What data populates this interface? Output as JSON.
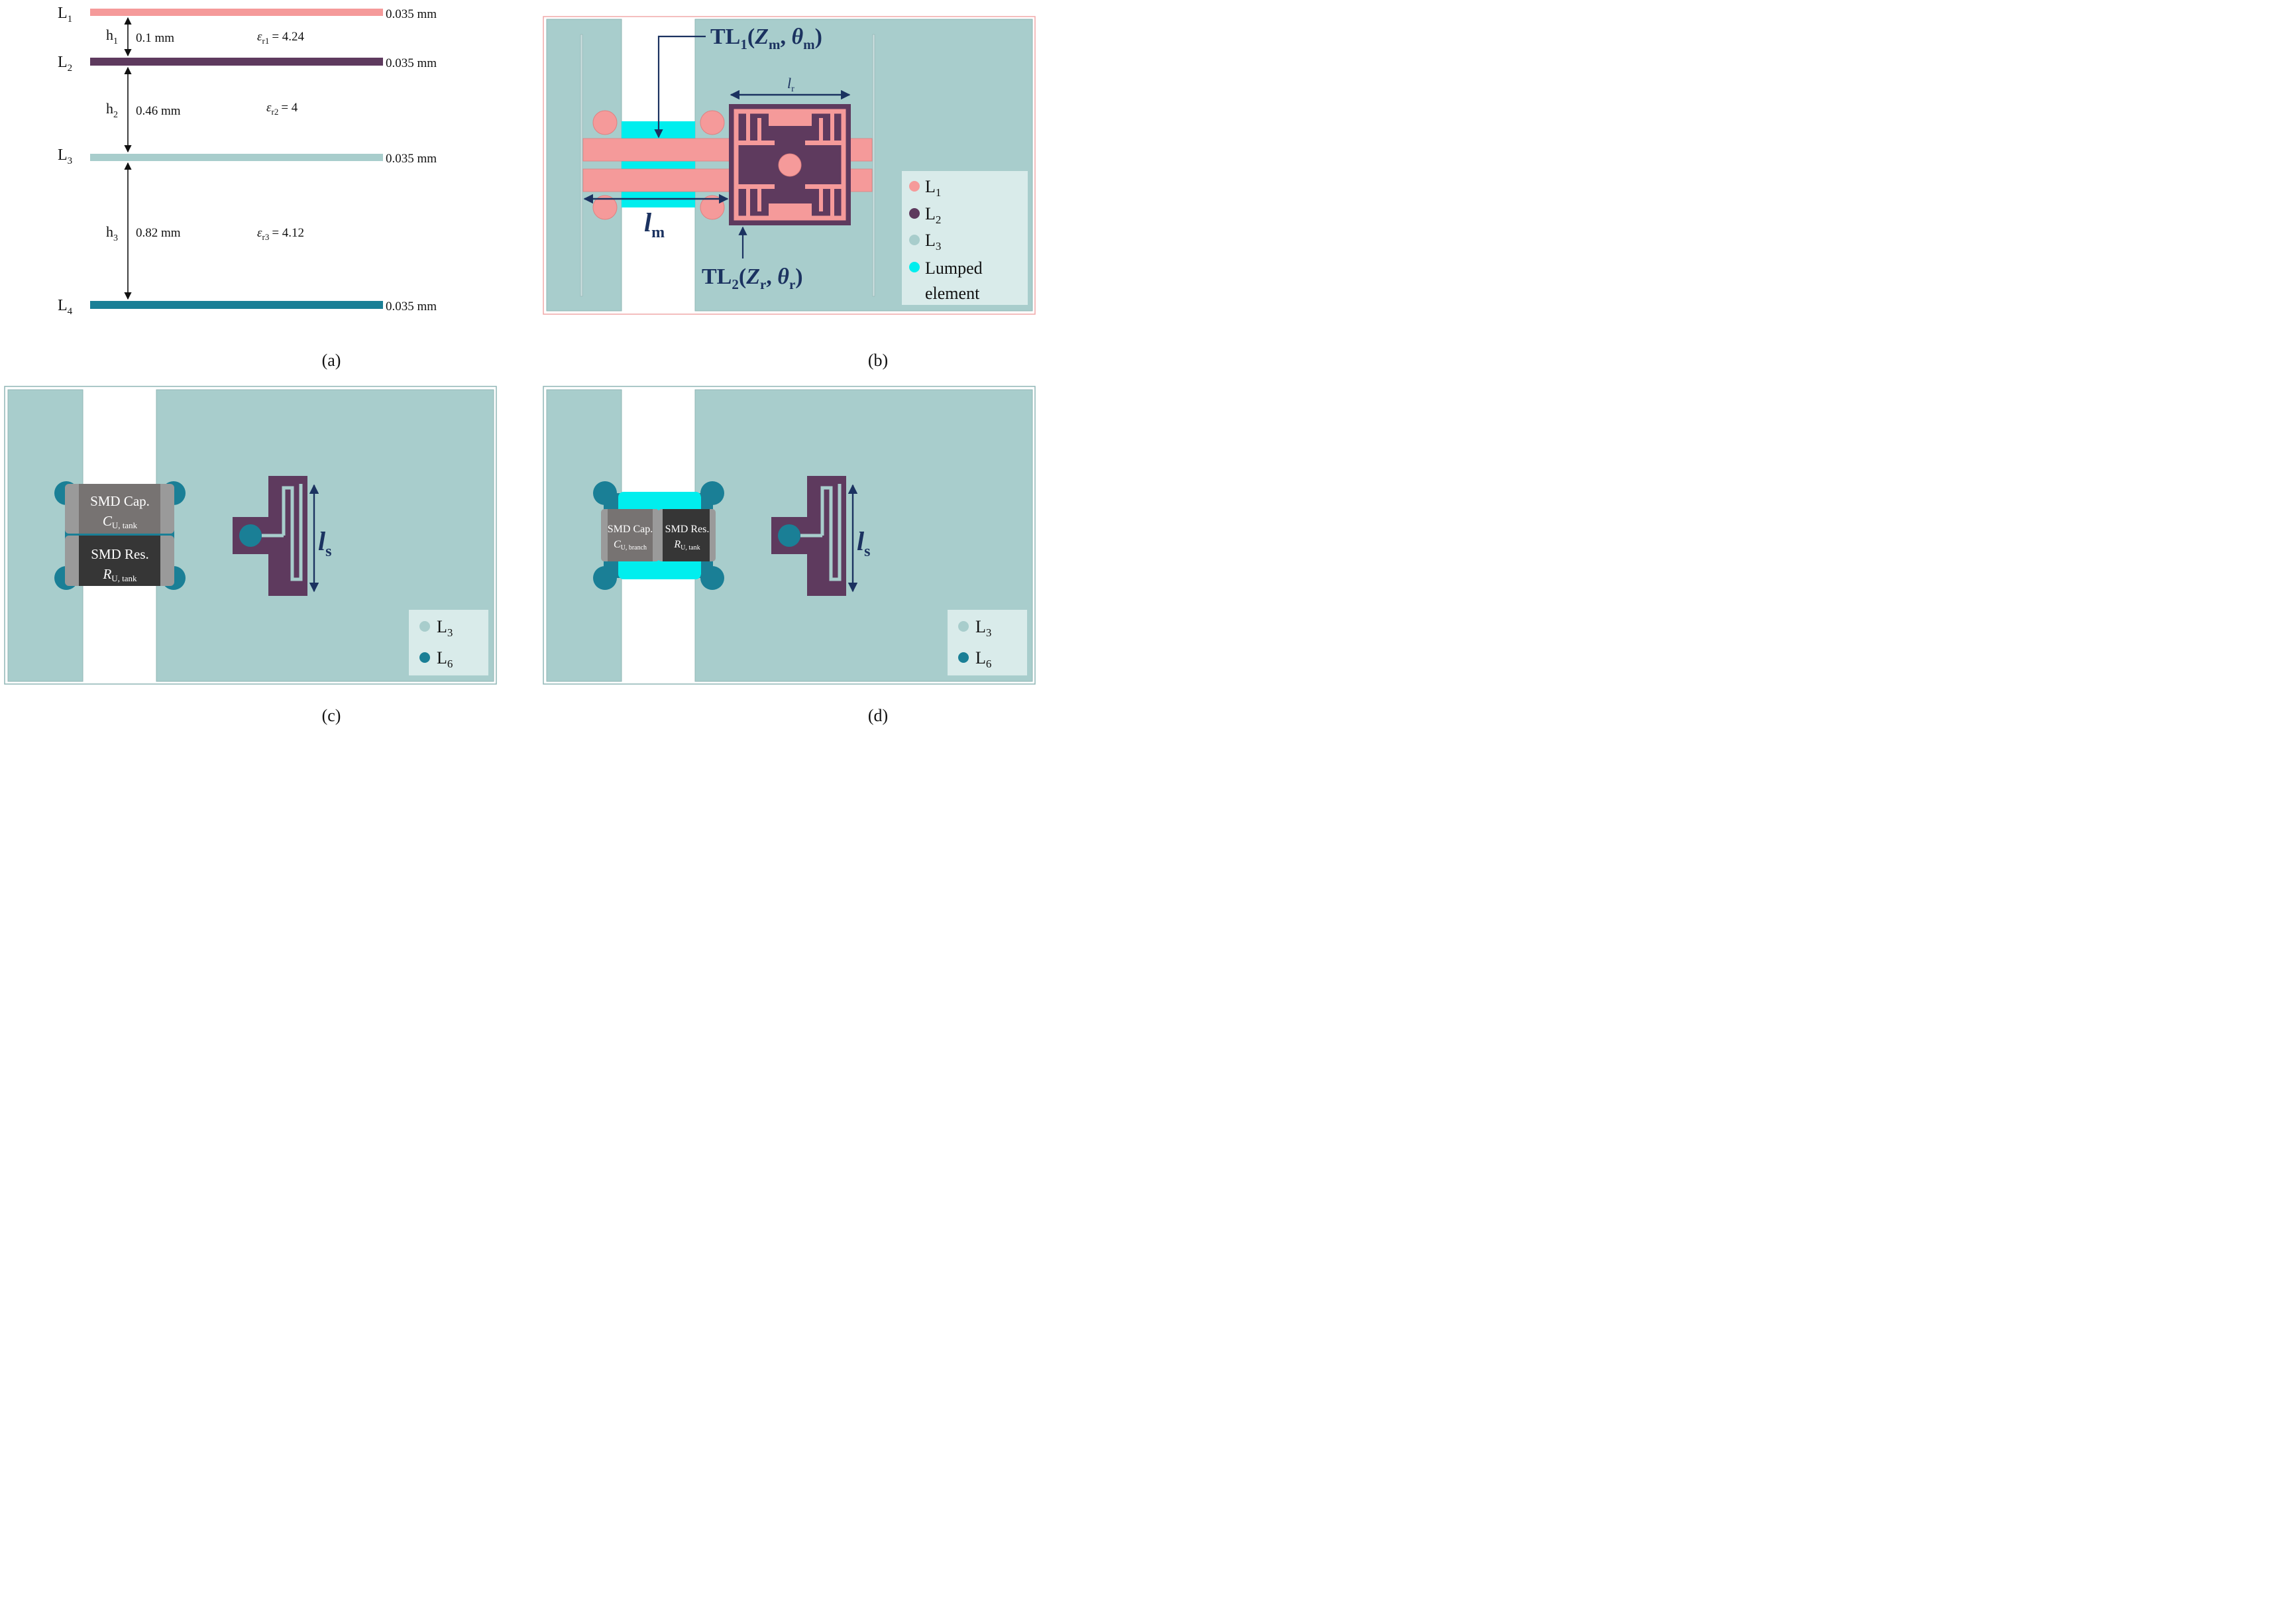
{
  "colors": {
    "L1": "#f59a9a",
    "L2": "#5e3a5e",
    "L3": "#a8cdcc",
    "L4": "#1a7f96",
    "L6": "#1a7f96",
    "lumped": "#00eeee",
    "board": "#a8cdcc",
    "label_navy": "#1b3260"
  },
  "panel_a": {
    "caption": "(a)",
    "layers": [
      {
        "name": "L",
        "sub": "1",
        "thickness": "0.035 mm"
      },
      {
        "name": "L",
        "sub": "2",
        "thickness": "0.035 mm"
      },
      {
        "name": "L",
        "sub": "3",
        "thickness": "0.035 mm"
      },
      {
        "name": "L",
        "sub": "4",
        "thickness": "0.035 mm"
      }
    ],
    "gaps": [
      {
        "h": "h",
        "h_sub": "1",
        "value": "0.1 mm",
        "eps": "ε",
        "eps_sub": "r1",
        "eps_val": "= 4.24"
      },
      {
        "h": "h",
        "h_sub": "2",
        "value": "0.46 mm",
        "eps": "ε",
        "eps_sub": "r2",
        "eps_val": "= 4"
      },
      {
        "h": "h",
        "h_sub": "3",
        "value": "0.82 mm",
        "eps": "ε",
        "eps_sub": "r3",
        "eps_val": "= 4.12"
      }
    ]
  },
  "panel_b": {
    "caption": "(b)",
    "tl1": {
      "prefix": "TL",
      "sub": "1",
      "open": "(",
      "z": "Z",
      "z_sub": "m",
      "comma": ", ",
      "theta": "θ",
      "theta_sub": "m",
      "close": ")"
    },
    "tl2": {
      "prefix": "TL",
      "sub": "2",
      "open": "(",
      "z": "Z",
      "z_sub": "r",
      "comma": ", ",
      "theta": "θ",
      "theta_sub": "r",
      "close": ")"
    },
    "lm": {
      "main": "l",
      "sub": "m"
    },
    "lr": {
      "main": "l",
      "sub": "r"
    },
    "legend": [
      {
        "name": "L",
        "sub": "1"
      },
      {
        "name": "L",
        "sub": "2"
      },
      {
        "name": "L",
        "sub": "3"
      },
      {
        "name": "Lumped",
        "sub": ""
      }
    ],
    "legend_extra": "element"
  },
  "panel_c": {
    "caption": "(c)",
    "cap_title": "SMD Cap.",
    "cap_sym": "C",
    "cap_sub": "U, tank",
    "res_title": "SMD Res.",
    "res_sym": "R",
    "res_sub": "U, tank",
    "ls": {
      "main": "l",
      "sub": "s"
    },
    "legend": [
      {
        "name": "L",
        "sub": "3"
      },
      {
        "name": "L",
        "sub": "6"
      }
    ]
  },
  "panel_d": {
    "caption": "(d)",
    "cap_title": "SMD Cap.",
    "cap_sym": "C",
    "cap_sub": "U, branch",
    "res_title": "SMD Res.",
    "res_sym": "R",
    "res_sub": "U, tank",
    "ls": {
      "main": "l",
      "sub": "s"
    },
    "legend": [
      {
        "name": "L",
        "sub": "3"
      },
      {
        "name": "L",
        "sub": "6"
      }
    ]
  }
}
